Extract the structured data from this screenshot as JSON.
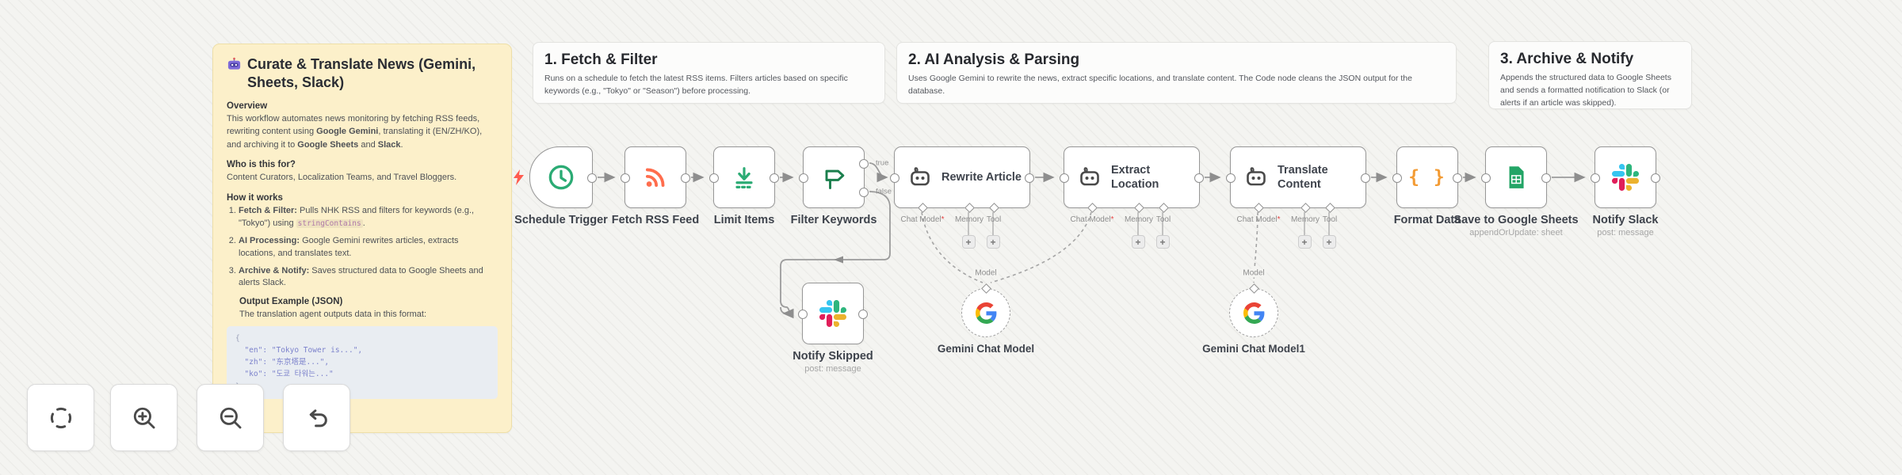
{
  "sticky": {
    "title": "Curate & Translate News (Gemini, Sheets, Slack)",
    "overview": {
      "heading": "Overview",
      "p1": "This workflow automates news monitoring by fetching RSS feeds, rewriting content using ",
      "b1": "Google Gemini",
      "p2": ", translating it (EN/ZH/KO), and archiving it to ",
      "b2": "Google Sheets",
      "p3": " and ",
      "b3": "Slack",
      "p4": "."
    },
    "who": {
      "heading": "Who is this for?",
      "text": "Content Curators, Localization Teams, and Travel Bloggers."
    },
    "how": {
      "heading": "How it works",
      "items": [
        {
          "b": "Fetch & Filter:",
          "t1": " Pulls NHK RSS and filters for keywords (e.g., \"Tokyo\") using ",
          "code": "stringContains",
          "t2": "."
        },
        {
          "b": "AI Processing:",
          "t1": " Google Gemini rewrites articles, extracts locations, and translates text.",
          "code": "",
          "t2": ""
        },
        {
          "b": "Archive & Notify:",
          "t1": " Saves structured data to Google Sheets and alerts Slack.",
          "code": "",
          "t2": ""
        }
      ]
    },
    "output_example": {
      "heading": "Output Example (JSON)",
      "sub": "The translation agent outputs data in this format:",
      "code_lines": [
        "{",
        "  \"en\": \"Tokyo Tower is...\",",
        "  \"zh\": \"东京塔是...\",",
        "  \"ko\": \"도쿄 타워는...\"",
        "}"
      ]
    }
  },
  "sections": [
    {
      "title": "1. Fetch & Filter",
      "desc": "Runs on a schedule to fetch the latest RSS items. Filters articles based on specific keywords (e.g., \"Tokyo\" or \"Season\") before processing."
    },
    {
      "title": "2. AI Analysis & Parsing",
      "desc": "Uses Google Gemini to rewrite the news, extract specific locations, and translate content. The Code node cleans the JSON output for the database."
    },
    {
      "title": "3. Archive & Notify",
      "desc": "Appends the structured data to Google Sheets and sends a formatted notification to Slack (or alerts if an article was skipped)."
    }
  ],
  "nodes": {
    "schedule": {
      "label": "Schedule Trigger"
    },
    "rss": {
      "label": "Fetch RSS Feed"
    },
    "limit": {
      "label": "Limit Items"
    },
    "filter": {
      "label": "Filter Keywords",
      "out_true": "true",
      "out_false": "false"
    },
    "rewrite": {
      "label": "Rewrite Article"
    },
    "extract": {
      "label": "Extract Location"
    },
    "translate": {
      "label": "Translate Content"
    },
    "format": {
      "label": "Format Data"
    },
    "sheets": {
      "label": "Save to Google Sheets",
      "subtitle": "appendOrUpdate: sheet"
    },
    "slack": {
      "label": "Notify Slack",
      "subtitle": "post: message"
    },
    "skipped": {
      "label": "Notify Skipped",
      "subtitle": "post: message"
    },
    "gemini1": {
      "label": "Gemini Chat Model",
      "port": "Model"
    },
    "gemini2": {
      "label": "Gemini Chat Model1",
      "port": "Model"
    }
  },
  "agent_ports": {
    "chat": "Chat Model",
    "req": "*",
    "memory": "Memory",
    "tool": "Tool"
  },
  "icons": {
    "plus": "+",
    "code_braces": "{ }"
  },
  "colors": {
    "green": "#2bab74",
    "dark_green": "#1b7f4d",
    "red": "#ff6d4d",
    "orange": "#f39b33",
    "sheets_green": "#23a566",
    "wire": "#999999",
    "slack": [
      "#E01E5A",
      "#36C5F0",
      "#2EB67D",
      "#ECB22E"
    ],
    "google": [
      "#EA4335",
      "#4285F4",
      "#FBBC05",
      "#34A853"
    ]
  }
}
